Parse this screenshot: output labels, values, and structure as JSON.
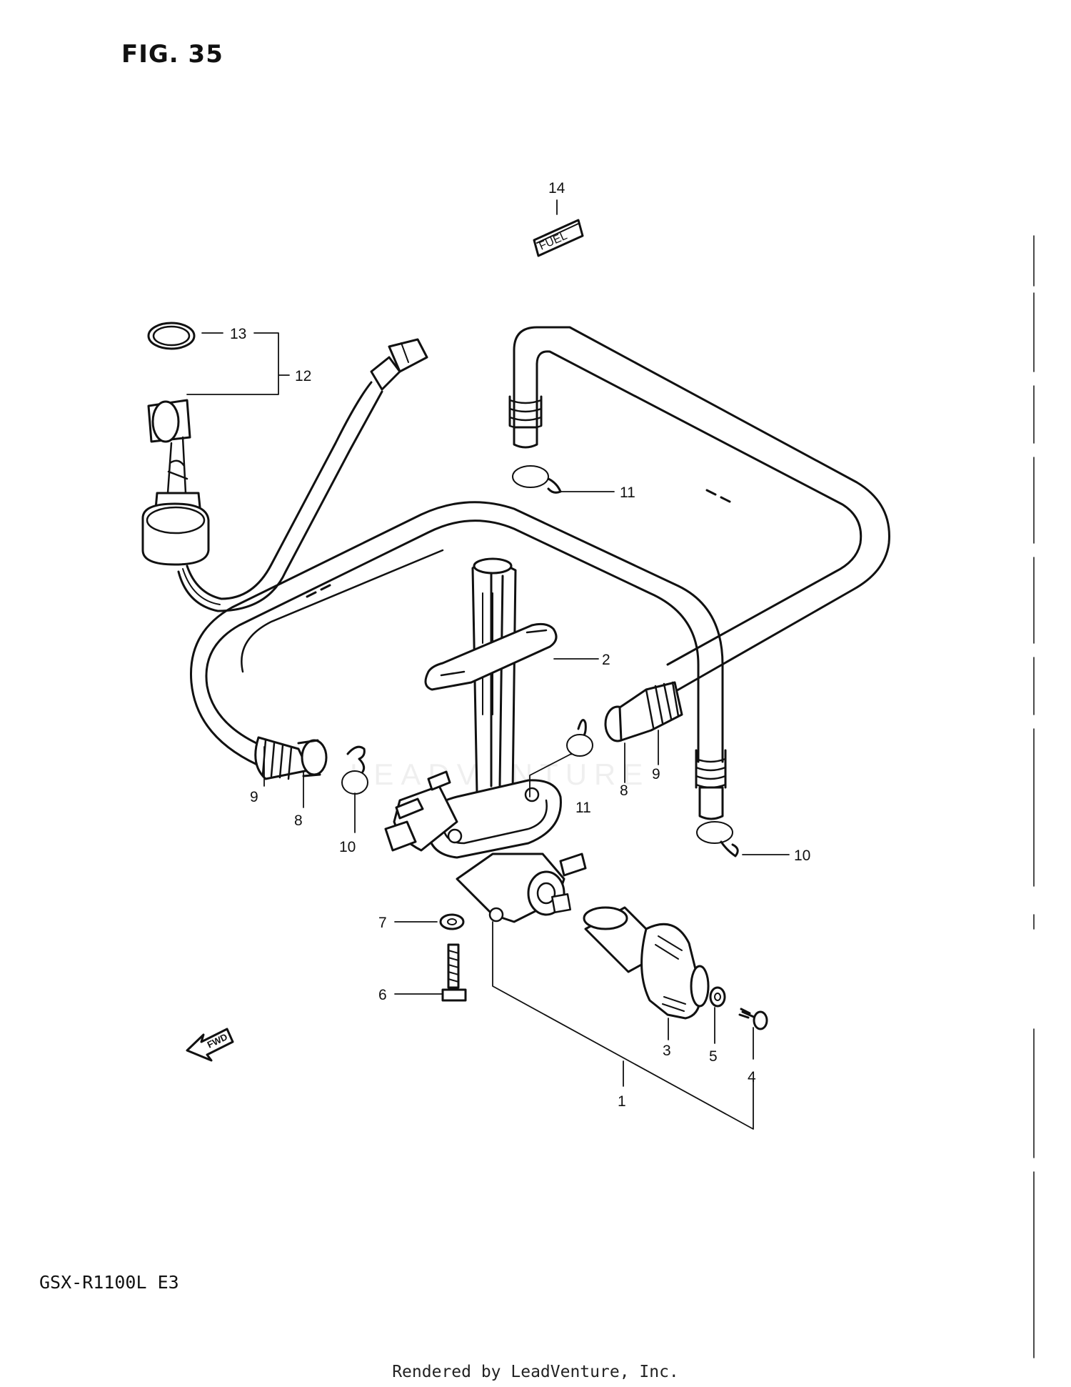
{
  "figure_title": "FIG. 35",
  "model_code": "GSX-R1100L E3",
  "footer": "Rendered by LeadVenture, Inc.",
  "watermark": "LEADVENTURE",
  "fwd_label": "FWD",
  "fuel_label_text": "FUEL",
  "callouts": {
    "c1": "1",
    "c2": "2",
    "c3": "3",
    "c4": "4",
    "c5": "5",
    "c6": "6",
    "c7": "7",
    "c8a": "8",
    "c8b": "8",
    "c9a": "9",
    "c9b": "9",
    "c10a": "10",
    "c10b": "10",
    "c11a": "11",
    "c11b": "11",
    "c12": "12",
    "c13": "13",
    "c14": "14"
  }
}
